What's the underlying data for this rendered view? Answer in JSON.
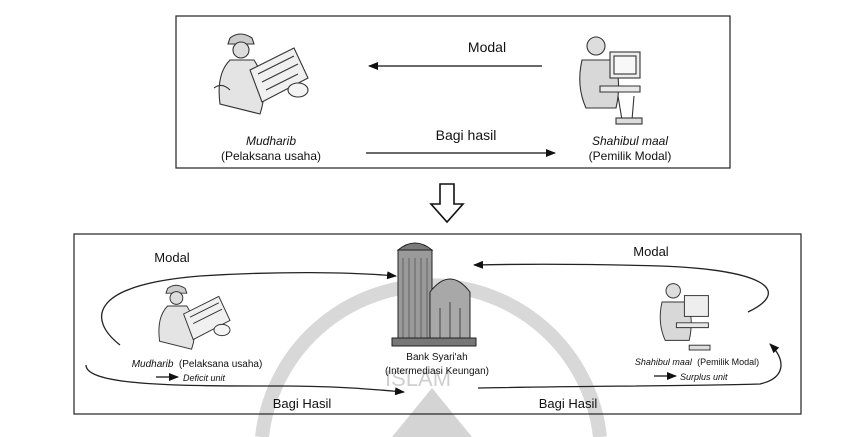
{
  "top_panel": {
    "arrow_modal_label": "Modal",
    "arrow_bagi_hasil_label": "Bagi hasil",
    "left_party": {
      "name": "Mudharib",
      "role": "(Pelaksana usaha)"
    },
    "right_party": {
      "name": "Shahibul maal",
      "role": "(Pemilik Modal)"
    }
  },
  "bottom_panel": {
    "modal_left_label": "Modal",
    "modal_right_label": "Modal",
    "left_party": {
      "name": "Mudharib",
      "role": "(Pelaksana usaha)",
      "unit": "Deficit unit"
    },
    "right_party": {
      "name": "Shahibul maal",
      "role": "(Pemilik Modal)",
      "unit": "Surplus unit"
    },
    "bank": {
      "name": "Bank Syari'ah",
      "role": "(Intermediasi Keungan)"
    },
    "bagi_hasil_left_label": "Bagi Hasil",
    "bagi_hasil_right_label": "Bagi Hasil"
  },
  "watermark": {
    "text": "ISLAM"
  },
  "icons": [
    "worker-illustration-icon",
    "businessman-at-computer-icon",
    "down-arrow-icon",
    "bank-building-icon"
  ],
  "colors": {
    "line": "#222222",
    "watermark": "#cfcfcf"
  }
}
